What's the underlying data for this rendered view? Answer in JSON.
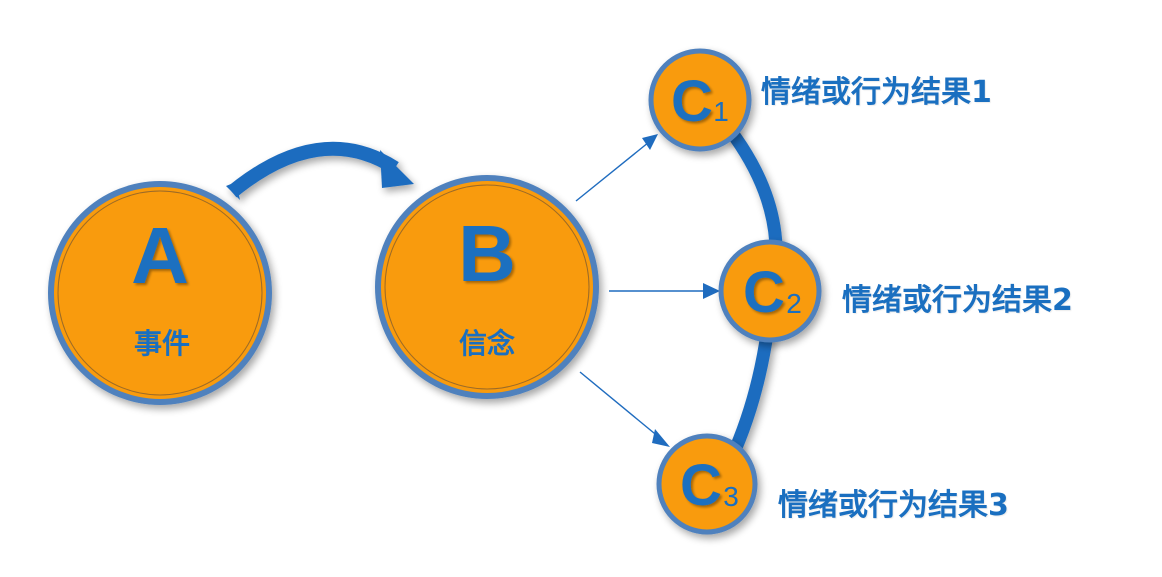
{
  "colors": {
    "node_fill": "#f99b07",
    "node_stroke": "#4f81bd",
    "accent_blue": "#1a6fc0",
    "arrow_blue": "#1f6cbf",
    "background": "#ffffff"
  },
  "nodes": {
    "a": {
      "letter": "A",
      "label": "事件"
    },
    "b": {
      "letter": "B",
      "label": "信念"
    },
    "c1": {
      "letter": "C",
      "subscript": "1"
    },
    "c2": {
      "letter": "C",
      "subscript": "2"
    },
    "c3": {
      "letter": "C",
      "subscript": "3"
    }
  },
  "results": [
    {
      "label": "情绪或行为结果1"
    },
    {
      "label": "情绪或行为结果2"
    },
    {
      "label": "情绪或行为结果3"
    }
  ],
  "edges": {
    "a_to_b": "curved-arrow",
    "b_to_c1": "thin-arrow",
    "b_to_c2": "thin-arrow",
    "b_to_c3": "thin-arrow",
    "c_connector": "thick-arc"
  }
}
